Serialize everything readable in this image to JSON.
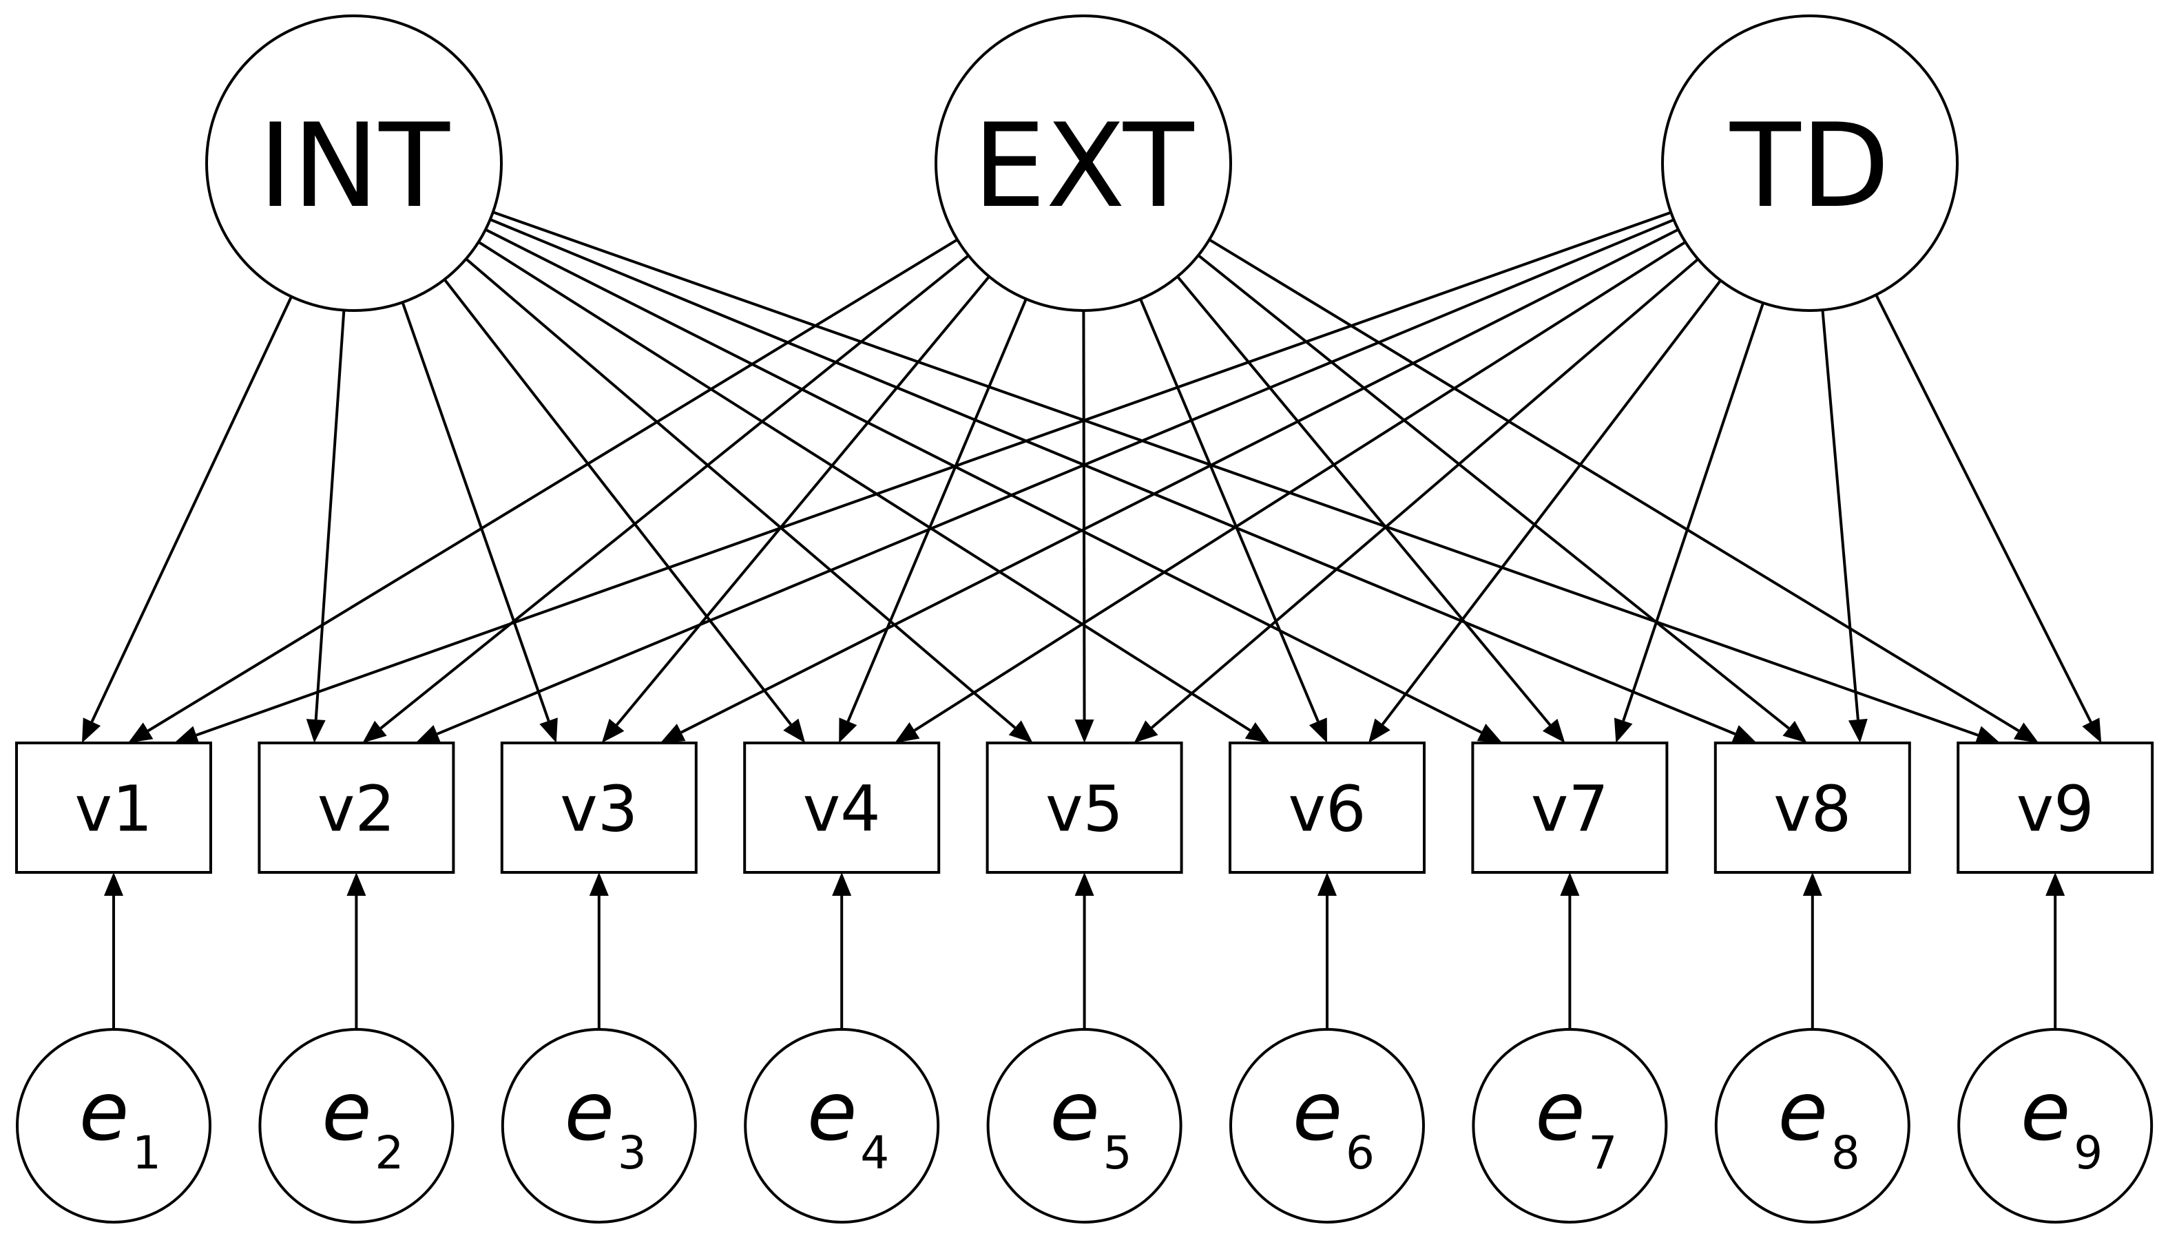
{
  "figure": {
    "type": "structural-equation-model path diagram",
    "latent_factors": [
      {
        "id": "INT",
        "label": "INT"
      },
      {
        "id": "EXT",
        "label": "EXT"
      },
      {
        "id": "TD",
        "label": "TD"
      }
    ],
    "observed_variables": [
      {
        "id": "v1",
        "label": "v1"
      },
      {
        "id": "v2",
        "label": "v2"
      },
      {
        "id": "v3",
        "label": "v3"
      },
      {
        "id": "v4",
        "label": "v4"
      },
      {
        "id": "v5",
        "label": "v5"
      },
      {
        "id": "v6",
        "label": "v6"
      },
      {
        "id": "v7",
        "label": "v7"
      },
      {
        "id": "v8",
        "label": "v8"
      },
      {
        "id": "v9",
        "label": "v9"
      }
    ],
    "error_terms": [
      {
        "id": "e1",
        "symbol": "e",
        "subscript": "1",
        "target": "v1"
      },
      {
        "id": "e2",
        "symbol": "e",
        "subscript": "2",
        "target": "v2"
      },
      {
        "id": "e3",
        "symbol": "e",
        "subscript": "3",
        "target": "v3"
      },
      {
        "id": "e4",
        "symbol": "e",
        "subscript": "4",
        "target": "v4"
      },
      {
        "id": "e5",
        "symbol": "e",
        "subscript": "5",
        "target": "v5"
      },
      {
        "id": "e6",
        "symbol": "e",
        "subscript": "6",
        "target": "v6"
      },
      {
        "id": "e7",
        "symbol": "e",
        "subscript": "7",
        "target": "v7"
      },
      {
        "id": "e8",
        "symbol": "e",
        "subscript": "8",
        "target": "v8"
      },
      {
        "id": "e9",
        "symbol": "e",
        "subscript": "9",
        "target": "v9"
      }
    ],
    "loadings": [
      {
        "from": "INT",
        "to": [
          "v1",
          "v2",
          "v3",
          "v4",
          "v5",
          "v6",
          "v7",
          "v8",
          "v9"
        ]
      },
      {
        "from": "EXT",
        "to": [
          "v1",
          "v2",
          "v3",
          "v4",
          "v5",
          "v6",
          "v7",
          "v8",
          "v9"
        ]
      },
      {
        "from": "TD",
        "to": [
          "v1",
          "v2",
          "v3",
          "v4",
          "v5",
          "v6",
          "v7",
          "v8",
          "v9"
        ]
      }
    ],
    "colors": {
      "stroke": "#000000",
      "background": "#ffffff"
    }
  }
}
